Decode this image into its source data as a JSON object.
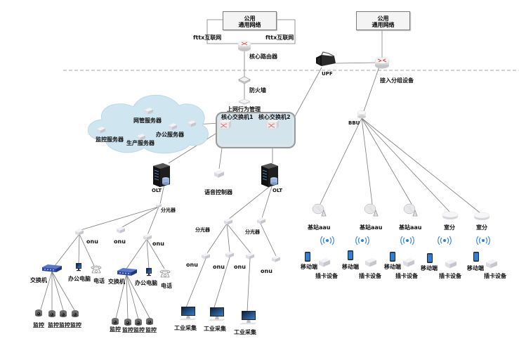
{
  "public_net_left": {
    "line1": "公用",
    "line2": "通用网络"
  },
  "public_net_right": {
    "line1": "公用",
    "line2": "通用网络"
  },
  "labels": {
    "fttx_left": "fttx互联网",
    "fttx_right": "fttx互联网",
    "core_router": "核心路由器",
    "firewall": "防火墙",
    "behavior_mgmt": "上网行为管理",
    "core_switch_1": "核心交换机1",
    "core_switch_2": "核心交换机2",
    "upf": "UPF",
    "access_router": "接入分组设备",
    "bbu": "BBU",
    "nms_server": "网管服务器",
    "office_server": "办公服务器",
    "monitor_server": "监控服务器",
    "production_server": "生产服务器",
    "olt_left": "OLT",
    "olt_right": "OLT",
    "voice_controller": "语音控制器",
    "splitter_left": "分光器",
    "splitter_mid": "分光器",
    "splitter_right": "分光器"
  },
  "onus": [
    "onu",
    "onu",
    "onu",
    "onu",
    "onu",
    "onu",
    "onu"
  ],
  "left_branch": {
    "switch": "交换机",
    "pc": "办公电脑",
    "phone": "电话",
    "cameras": [
      "监控",
      "监控",
      "监控",
      "监控"
    ]
  },
  "mid_branch": {
    "switch": "交换机",
    "pc": "办公电脑",
    "phone": "电话",
    "cameras": [
      "监控",
      "监控",
      "监控",
      "监控"
    ]
  },
  "industrial": [
    "工业采集",
    "工业采集",
    "工业采集"
  ],
  "radio_sites": [
    {
      "name": "基站aau",
      "mobile": "移动端",
      "card": "插卡设备"
    },
    {
      "name": "基站aau",
      "mobile": "移动端",
      "card": "插卡设备"
    },
    {
      "name": "基站aau",
      "mobile": "移动端",
      "card": "插卡设备"
    },
    {
      "name": "室分",
      "mobile": "移动端",
      "card": "插卡设备"
    },
    {
      "name": "室分",
      "mobile": "移动端",
      "card": "插卡设备"
    }
  ],
  "colors": {
    "cloud": "#cce6f2",
    "core_box": "#d3e3ec",
    "router_mark": "#e04848",
    "wireless": "#2f7fd8",
    "line": "#777777"
  }
}
